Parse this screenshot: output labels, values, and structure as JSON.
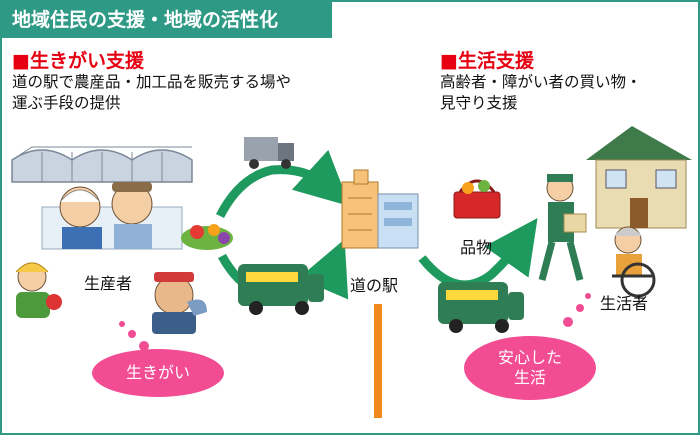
{
  "title": "地域住民の支援・地域の活性化",
  "left_section": {
    "heading": "■生きがい支援",
    "description": "道の駅で農産品・加工品を販売する場や\n運ぶ手段の提供"
  },
  "right_section": {
    "heading": "■生活支援",
    "description": "高齢者・障がい者の買い物・\n見守り支援"
  },
  "labels": {
    "producers": "生産者",
    "station": "道の駅",
    "goods": "品物",
    "residents": "生活者"
  },
  "bubbles": {
    "left": "生きがい",
    "right": "安心した\n生活"
  },
  "colors": {
    "accent": "#2e9a86",
    "heading_red": "#e60012",
    "arrow_green": "#1f9a5e",
    "bubble_pink": "#f24c93",
    "pole_orange": "#f08a1c"
  }
}
